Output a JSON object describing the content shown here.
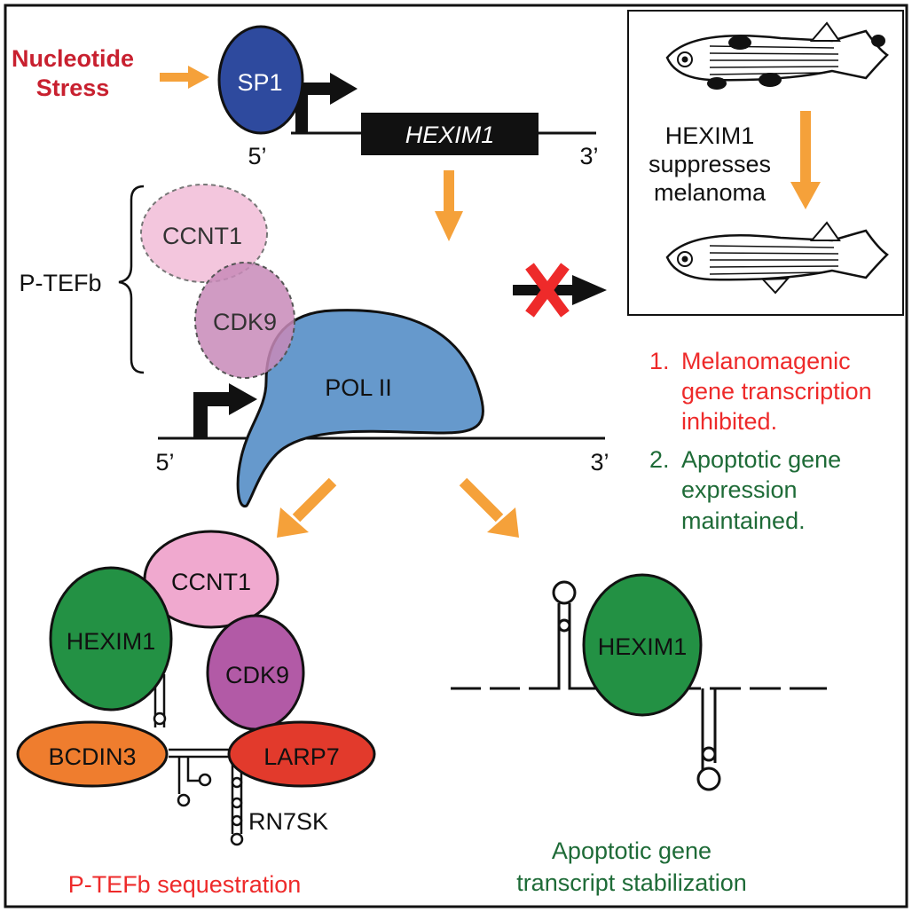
{
  "colors": {
    "arrow": "#f5a13a",
    "stress_red": "#c8202f",
    "red_text": "#ee2a2a",
    "green_text": "#1e6b37",
    "sp1": "#2e4a9e",
    "ccnt1_light": "#f3c6dd",
    "cdk9_light": "#c88ab8",
    "pol2": "#6699cc",
    "hexim1": "#239144",
    "ccnt1": "#f0a9cf",
    "cdk9": "#b25aa6",
    "bcdin3": "#ef7d2e",
    "larp7": "#e23a2c"
  },
  "top": {
    "stress_line1": "Nucleotide",
    "stress_line2": "Stress",
    "sp1": "SP1",
    "gene": "HEXIM1",
    "five_prime": "5’",
    "three_prime": "3’"
  },
  "inset": {
    "text_line1": "HEXIM1",
    "text_line2": "suppresses",
    "text_line3": "melanoma"
  },
  "ptefb": {
    "label": "P-TEFb",
    "ccnt1": "CCNT1",
    "cdk9": "CDK9",
    "pol2": "POL II",
    "five_prime": "5’",
    "three_prime": "3’"
  },
  "outcomes": {
    "item1_num": "1.",
    "item1_line1": "Melanomagenic",
    "item1_line2": "gene transcription",
    "item1_line3": "inhibited.",
    "item2_num": "2.",
    "item2_line1": "Apoptotic gene",
    "item2_line2": "expression",
    "item2_line3": "maintained."
  },
  "sequestration": {
    "ccnt1": "CCNT1",
    "hexim1": "HEXIM1",
    "cdk9": "CDK9",
    "bcdin3": "BCDIN3",
    "larp7": "LARP7",
    "rna": "RN7SK",
    "caption": "P-TEFb sequestration"
  },
  "stabilization": {
    "hexim1": "HEXIM1",
    "caption_line1": "Apoptotic gene",
    "caption_line2": "transcript stabilization"
  }
}
